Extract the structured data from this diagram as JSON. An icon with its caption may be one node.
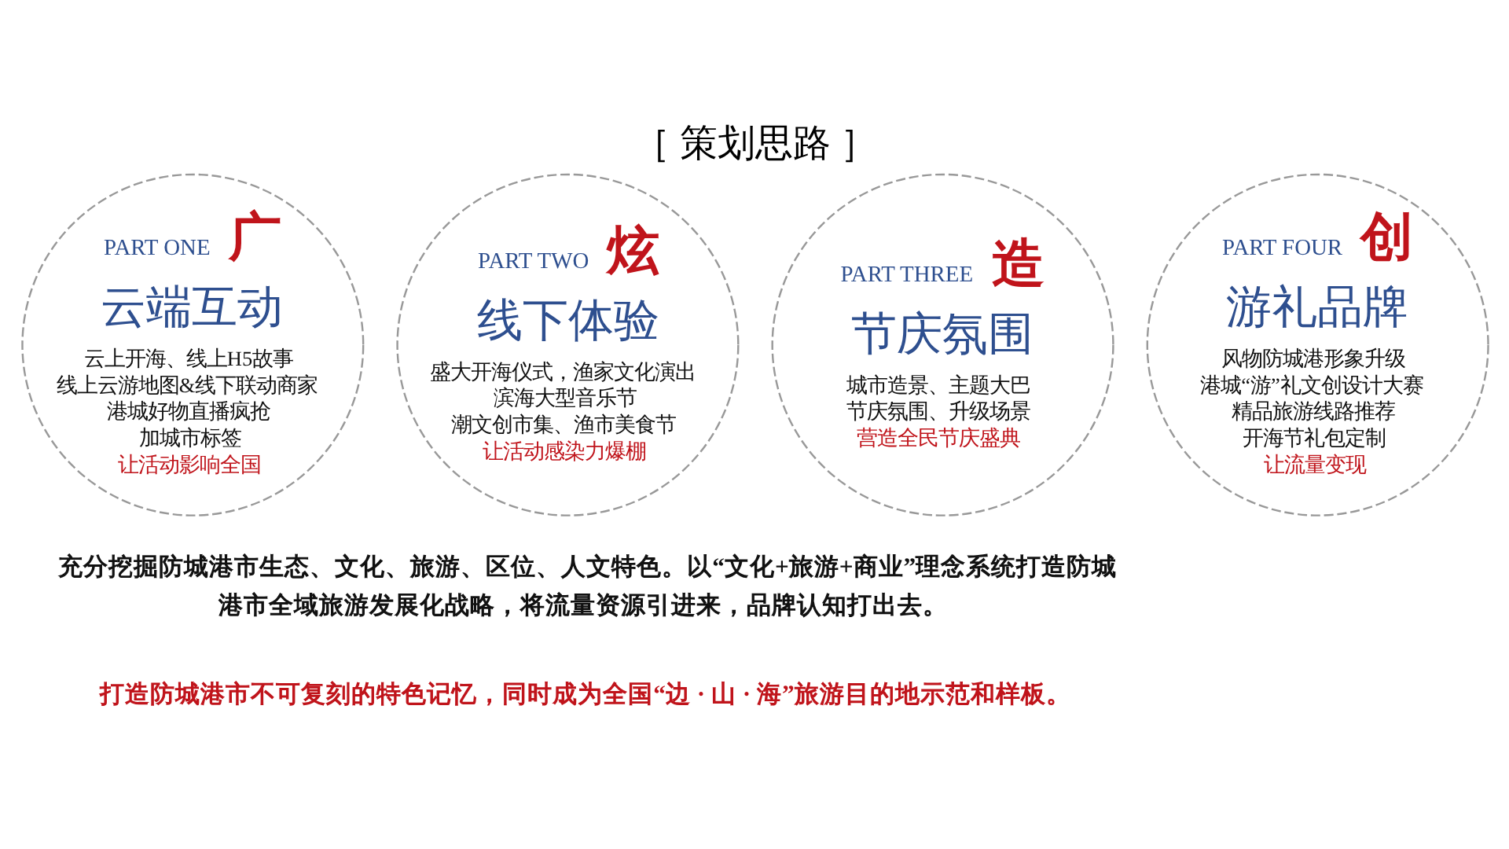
{
  "diagram": {
    "title": "［ 策划思路 ］",
    "nodes": [
      {
        "text": [
          "PART ONE",
          "广",
          "云端互动",
          "云上开海、线上H5故事",
          "线上云游地图&线下联动商家",
          "港城好物直播疯抢",
          "加城市标签",
          "让活动影响全国"
        ]
      },
      {
        "text": [
          "PART TWO",
          "炫",
          "线下体验",
          "盛大开海仪式，渔家文化演出",
          "滨海大型音乐节",
          "潮文创市集、渔市美食节",
          "让活动感染力爆棚"
        ]
      },
      {
        "text": [
          "PART THREE",
          "造",
          "节庆氛围",
          "城市造景、主题大巴",
          "节庆氛围、升级场景",
          "营造全民节庆盛典"
        ]
      },
      {
        "text": [
          "PART FOUR",
          "创",
          "游礼品牌",
          "风物防城港形象升级",
          "港城“游”礼文创设计大赛",
          "精品旅游线路推荐",
          "开海节礼包定制",
          "让流量变现"
        ]
      }
    ],
    "edges": [],
    "labels": [
      "充分挖掘防城港市生态、文化、旅游、区位、人文特色。以“文化+旅游+商业”理念系统打造防城港市全域旅游发展化战略，将流量资源引进来，品牌认知打出去。",
      "打造防城港市不可复刻的特色记忆，同时成为全国“边 · 山 · 海”旅游目的地示范和样板。"
    ]
  }
}
